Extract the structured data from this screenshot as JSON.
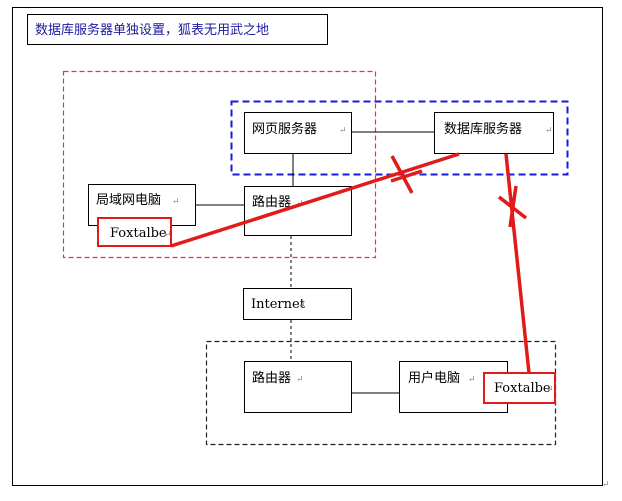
{
  "title": "数据库服务器单独设置，狐表无用武之地",
  "nodes": {
    "web_server": "网页服务器",
    "db_server": "数据库服务器",
    "lan_pc": "局域网电脑",
    "router_internal": "路由器",
    "internet": "Internet",
    "router_external": "路由器",
    "user_pc": "用户电脑",
    "foxtable_lan": "Foxtalbe",
    "foxtable_user": "Foxtalbe"
  },
  "marks": {
    "paragraph": "↵"
  },
  "colors": {
    "red_zone": "#e23a3a",
    "blue_zone": "#1a1adf",
    "black_zone": "#222222",
    "blocked_line": "#e21a1a",
    "title_text": "#1a1aa0"
  }
}
